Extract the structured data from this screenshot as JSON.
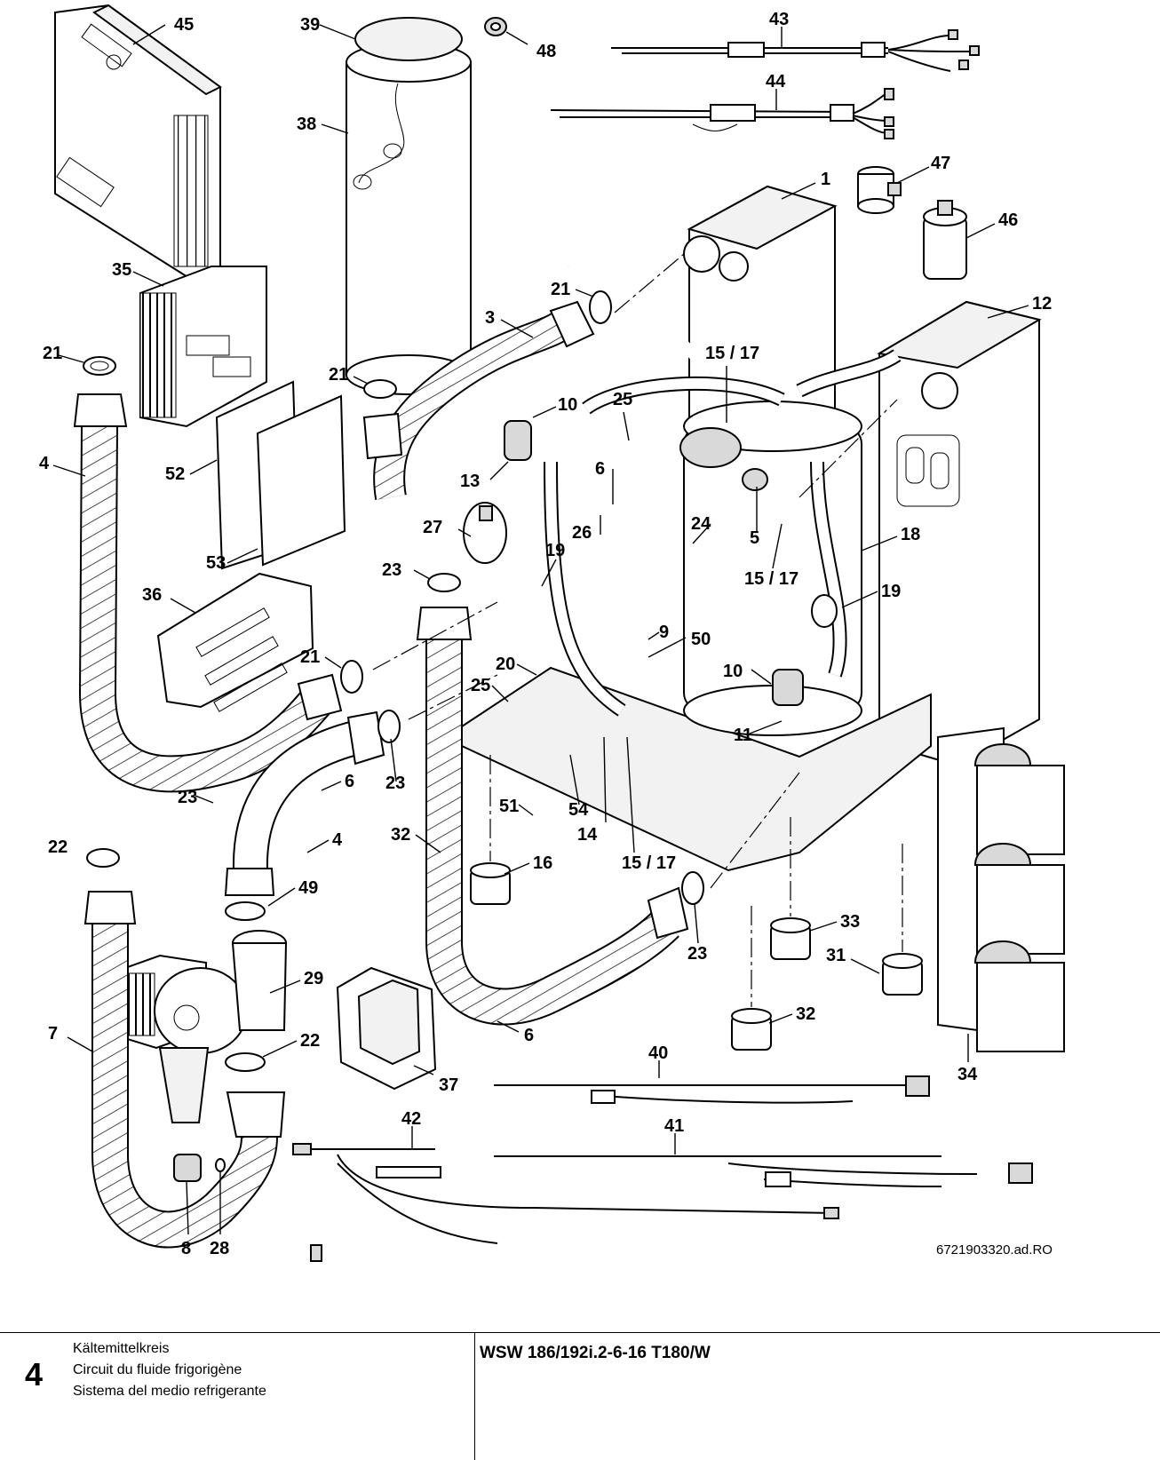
{
  "callouts": [
    "45",
    "39",
    "48",
    "43",
    "44",
    "47",
    "1",
    "46",
    "35",
    "38",
    "21",
    "3",
    "12",
    "21",
    "21",
    "15 / 17",
    "4",
    "52",
    "10",
    "25",
    "13",
    "6",
    "53",
    "27",
    "19",
    "26",
    "24",
    "5",
    "18",
    "23",
    "15 / 17",
    "19",
    "36",
    "9",
    "50",
    "21",
    "20",
    "10",
    "25",
    "11",
    "23",
    "23",
    "6",
    "51",
    "54",
    "14",
    "15 / 17",
    "16",
    "32",
    "4",
    "49",
    "22",
    "23",
    "33",
    "31",
    "29",
    "32",
    "7",
    "22",
    "6",
    "40",
    "37",
    "34",
    "42",
    "41",
    "8",
    "28"
  ],
  "figure_code": "6721903320.ad.RO",
  "footer": {
    "page_number": "4",
    "titles": [
      "Kältemittelkreis",
      "Circuit du fluide frigorigène",
      "Sistema del medio refrigerante"
    ],
    "model": "WSW 186/192i.2-6-16 T180/W"
  }
}
